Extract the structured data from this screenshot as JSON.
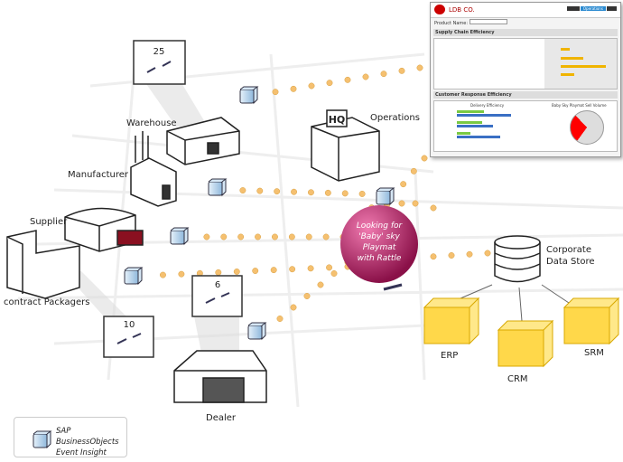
{
  "dashboard": {
    "company": "LDB CO.",
    "product_label": "Product Name:",
    "tabs": [
      "",
      "Operations",
      ""
    ],
    "section1": "Supply Chain Efficiency",
    "section2": "Customer Response Efficiency",
    "chart1_title": "Delivery Efficiency",
    "chart2_title": "Baby Sky Playmat Sell Volume",
    "bar_colors": [
      "#f0b400",
      "#7ac943",
      "#3a6fc4"
    ],
    "pie_colors": [
      "#dddddd",
      "#ff0000"
    ]
  },
  "nodes": {
    "warehouse": "Warehouse",
    "operations": "Operations",
    "hq": "HQ",
    "manufacturer": "Manufacturer",
    "supplier": "Supplier",
    "packagers": "contract Packagers",
    "dealer": "Dealer",
    "datastore": [
      "Corporate",
      "Data Store"
    ],
    "erp": "ERP",
    "crm": "CRM",
    "srm": "SRM"
  },
  "counters": {
    "warehouse": "25",
    "dealer": "6",
    "packagers": "10"
  },
  "event": [
    "Looking for",
    "'Baby' sky",
    "Playmat",
    "with Rattle"
  ],
  "legend": [
    "SAP BusinessObjects",
    "Event Insight"
  ],
  "colors": {
    "event_sphere": "#c0246c",
    "dots": "#f5c070",
    "cube": "#bcd6ec",
    "system_box": "#ffd84a"
  }
}
